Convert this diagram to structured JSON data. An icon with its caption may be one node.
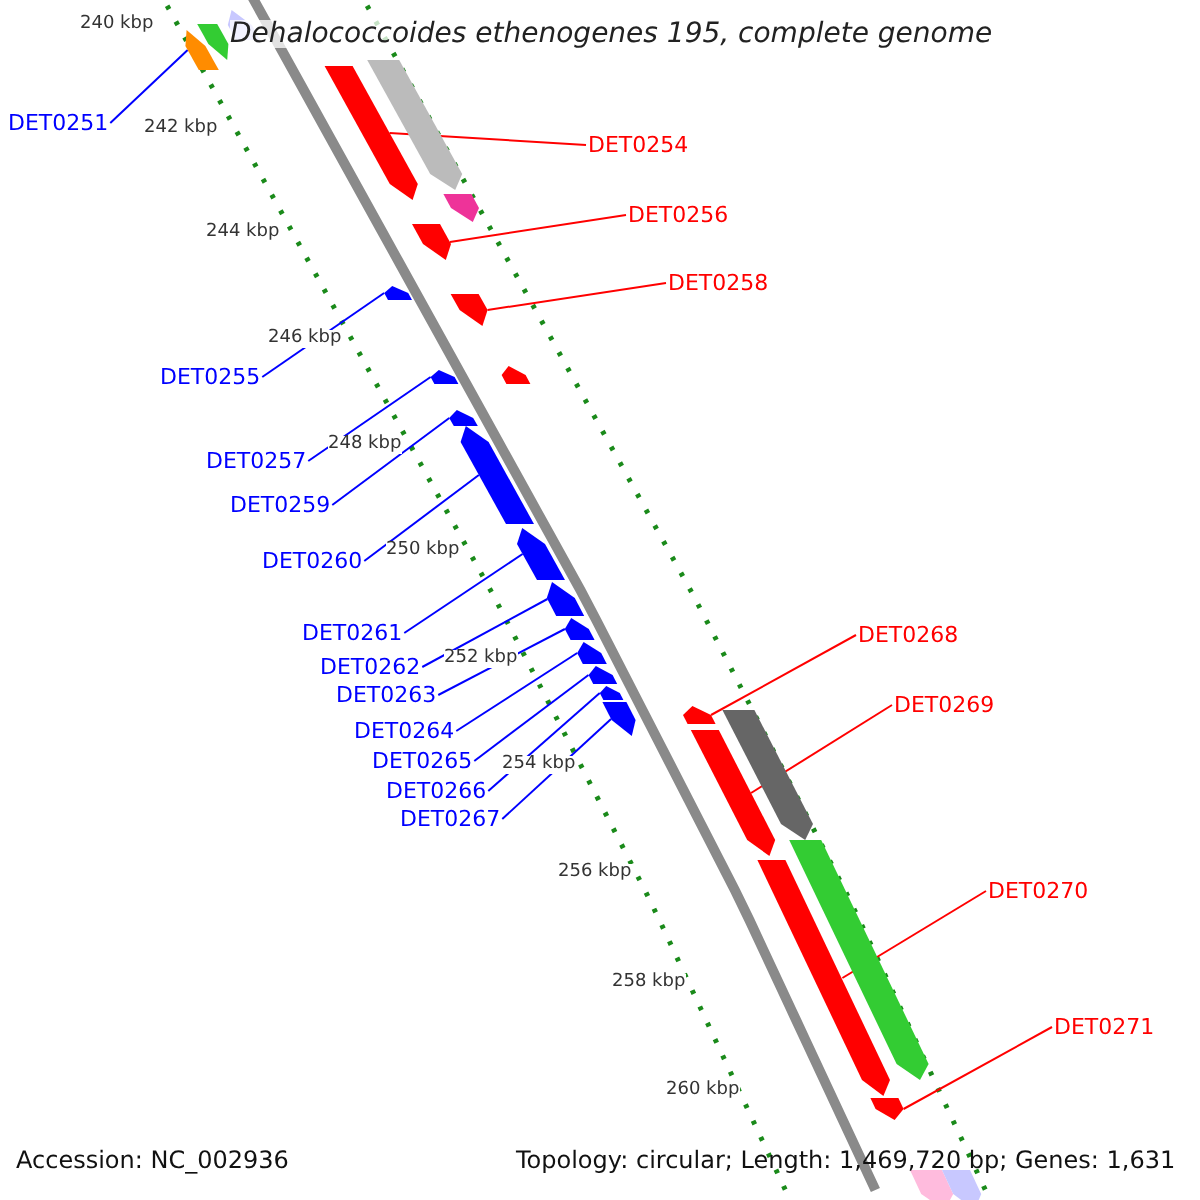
{
  "diagram": {
    "title": "Dehalococcoides ethenogenes 195, complete genome",
    "nodes": [
      {
        "text": [
          "DET0251"
        ]
      },
      {
        "text": [
          "DET0254"
        ]
      },
      {
        "text": [
          "DET0256"
        ]
      },
      {
        "text": [
          "DET0258"
        ]
      },
      {
        "text": [
          "DET0255"
        ]
      },
      {
        "text": [
          "DET0257"
        ]
      },
      {
        "text": [
          "DET0259"
        ]
      },
      {
        "text": [
          "DET0260"
        ]
      },
      {
        "text": [
          "DET0261"
        ]
      },
      {
        "text": [
          "DET0268"
        ]
      },
      {
        "text": [
          "DET0262"
        ]
      },
      {
        "text": [
          "DET0263"
        ]
      },
      {
        "text": [
          "DET0269"
        ]
      },
      {
        "text": [
          "DET0264"
        ]
      },
      {
        "text": [
          "DET0265"
        ]
      },
      {
        "text": [
          "DET0266"
        ]
      },
      {
        "text": [
          "DET0267"
        ]
      },
      {
        "text": [
          "DET0270"
        ]
      },
      {
        "text": [
          "DET0271"
        ]
      },
      {
        "text": [],
        "shape": "bar"
      },
      {
        "text": [],
        "shape": "bar"
      },
      {
        "text": [],
        "shape": "bar"
      },
      {
        "text": [],
        "shape": "bar"
      },
      {
        "text": [],
        "shape": "bar"
      },
      {
        "text": [],
        "shape": "bar"
      },
      {
        "text": [],
        "shape": "bar"
      },
      {
        "text": [],
        "shape": "bar"
      },
      {
        "text": [],
        "shape": "bar"
      },
      {
        "text": [],
        "shape": "bar"
      },
      {
        "text": [],
        "shape": "bar"
      },
      {
        "text": [],
        "shape": "bar"
      },
      {
        "text": [],
        "shape": "bar"
      },
      {
        "text": [],
        "shape": "bar"
      },
      {
        "text": [],
        "shape": "bar"
      },
      {
        "text": [],
        "shape": "bar"
      },
      {
        "text": [],
        "shape": "bar"
      },
      {
        "text": [],
        "shape": "bar"
      },
      {
        "text": [],
        "shape": "bar"
      },
      {
        "text": [],
        "shape": "bar"
      },
      {
        "text": [],
        "shape": "bar"
      },
      {
        "text": [],
        "shape": "bar"
      },
      {
        "text": [],
        "shape": "bar"
      },
      {
        "text": [],
        "shape": "bar"
      },
      {
        "text": [],
        "shape": "bar"
      },
      {
        "text": [],
        "shape": "bar"
      },
      {
        "text": [],
        "shape": "bar"
      },
      {
        "text": [],
        "shape": "bar"
      }
    ],
    "edges": [
      {
        "from": 0,
        "to": 19,
        "arrow": "none"
      },
      {
        "from": 1,
        "to": 20,
        "arrow": "none",
        "color": "#ff0000"
      },
      {
        "from": 2,
        "to": 21,
        "arrow": "none",
        "color": "#ff0000"
      },
      {
        "from": 3,
        "to": 23,
        "arrow": "none",
        "color": "#ff0000"
      },
      {
        "from": 4,
        "to": 22,
        "arrow": "none"
      },
      {
        "from": 5,
        "to": 24,
        "arrow": "none"
      },
      {
        "from": 6,
        "to": 25,
        "arrow": "none"
      },
      {
        "from": 7,
        "to": 26,
        "arrow": "none"
      },
      {
        "from": 8,
        "to": 27,
        "arrow": "none"
      },
      {
        "from": 9,
        "to": 34,
        "arrow": "none",
        "color": "#ff0000"
      },
      {
        "from": 10,
        "to": 28,
        "arrow": "none"
      },
      {
        "from": 11,
        "to": 29,
        "arrow": "none"
      },
      {
        "from": 12,
        "to": 35,
        "arrow": "none",
        "color": "#ff0000"
      },
      {
        "from": 13,
        "to": 30,
        "arrow": "none"
      },
      {
        "from": 14,
        "to": 31,
        "arrow": "none"
      },
      {
        "from": 15,
        "to": 32,
        "arrow": "none"
      },
      {
        "from": 16,
        "to": 33,
        "arrow": "none"
      },
      {
        "from": 17,
        "to": 36,
        "arrow": "none",
        "color": "#ff0000"
      },
      {
        "from": 18,
        "to": 37,
        "arrow": "none",
        "color": "#ff0000"
      }
    ],
    "labels": [
      "240 kbp",
      "242 kbp",
      "244 kbp",
      "246 kbp",
      "248 kbp",
      "250 kbp",
      "252 kbp",
      "254 kbp",
      "256 kbp",
      "258 kbp",
      "260 kbp",
      "Accession: NC_002936",
      "Topology: circular; Length: 1,469,720 bp; Genes: 1,631"
    ]
  }
}
